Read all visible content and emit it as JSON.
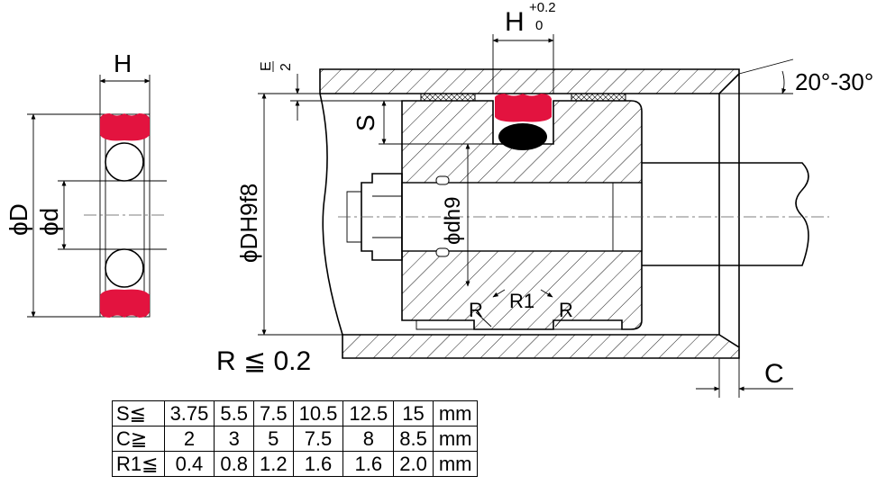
{
  "colors": {
    "seal_red": "#e3133f",
    "oring_black": "#000000",
    "line": "#000000"
  },
  "labels": {
    "H_left": "H",
    "phiD": "ϕD",
    "phid": "ϕd",
    "E2_top": "E",
    "E2_bottom": "2",
    "S": "S",
    "H_top": "H",
    "tol_plus": "+0.2",
    "tol_zero": "0",
    "angle": "20°-30°",
    "phiDH9f8": "ϕDH9f8",
    "phidh9": "ϕdh9",
    "R_left": "R",
    "R1": "R1",
    "R_right": "R",
    "R_max": "R ≦ 0.2",
    "C": "C"
  },
  "table": {
    "rows": [
      {
        "head": "S≦",
        "cells": [
          "3.75",
          "5.5",
          "7.5",
          "10.5",
          "12.5",
          "15"
        ],
        "unit": "mm"
      },
      {
        "head": "C≧",
        "cells": [
          "2",
          "3",
          "5",
          "7.5",
          "8",
          "8.5"
        ],
        "unit": "mm"
      },
      {
        "head": "R1≦",
        "cells": [
          "0.4",
          "0.8",
          "1.2",
          "1.6",
          "1.6",
          "2.0"
        ],
        "unit": "mm"
      }
    ]
  }
}
